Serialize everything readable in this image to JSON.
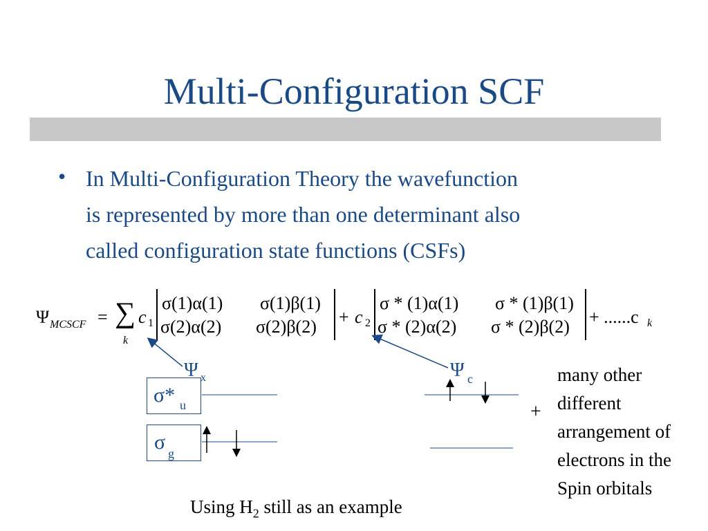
{
  "slide": {
    "title": "Multi-Configuration SCF",
    "bullet_marker": "•",
    "bullet_lines": [
      "In Multi-Configuration Theory the wavefunction",
      "is represented by more than one determinant also",
      "called configuration  state functions (CSFs)"
    ]
  },
  "equation": {
    "psi": "Ψ",
    "psi_subscript": "MCSCF",
    "equals": "=",
    "sum": "∑",
    "sum_index": "k",
    "c1": "c",
    "c1_sub": "1",
    "det1": {
      "r1c1": "σ(1)α(1)",
      "r1c2": "σ(1)β(1)",
      "r2c1": "σ(2)α(2)",
      "r2c2": "σ(2)β(2)"
    },
    "plus1": "+",
    "c2": "c",
    "c2_sub": "2",
    "det2": {
      "r1c1": "σ * (1)α(1)",
      "r1c2": "σ * (1)β(1)",
      "r2c1": "σ * (2)α(2)",
      "r2c2": "σ * (2)β(2)"
    },
    "trailing": "+ ......c",
    "trailing_sub": "k"
  },
  "diagram_x": {
    "label": "Ψ",
    "label_sub": "x",
    "upper_orbital": "σ*",
    "upper_orbital_sub": "u",
    "lower_orbital": "σ",
    "lower_orbital_sub": "g"
  },
  "diagram_c": {
    "label": "Ψ",
    "label_sub": "c"
  },
  "plus_sign": "+",
  "side_note_lines": [
    "many other",
    "different",
    "arrangement of",
    "electrons in the",
    "Spin orbitals"
  ],
  "caption": {
    "before": "Using H",
    "sub": "2",
    "after": " still as an example"
  },
  "colors": {
    "title": "#1a4a86",
    "rule": "#c8c8c8",
    "accent": "#1a4a86"
  }
}
